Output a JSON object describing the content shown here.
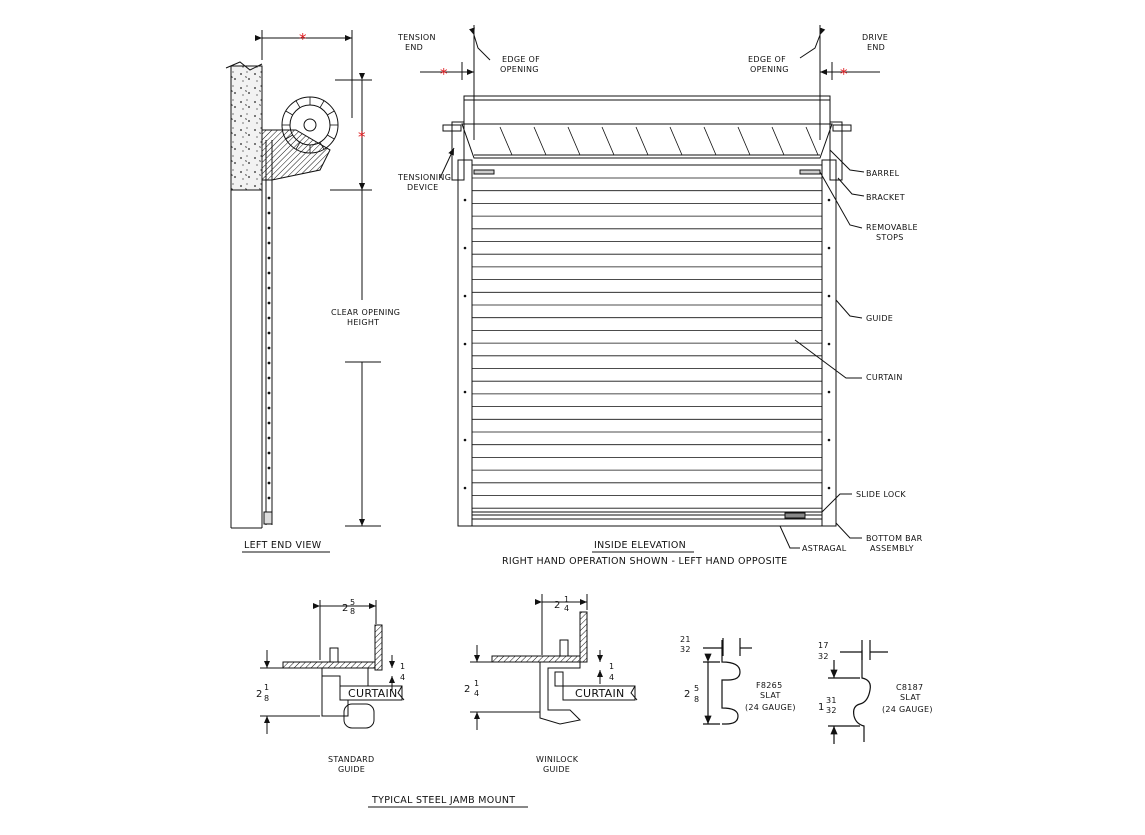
{
  "views": {
    "left_end": {
      "title": "LEFT END VIEW",
      "clear_opening_l1": "CLEAR OPENING",
      "clear_opening_l2": "HEIGHT"
    },
    "inside": {
      "title": "INSIDE ELEVATION",
      "subtitle": "RIGHT HAND OPERATION SHOWN - LEFT HAND OPPOSITE"
    },
    "jamb": {
      "title": "TYPICAL STEEL JAMB MOUNT"
    }
  },
  "labels": {
    "tension_end_l1": "TENSION",
    "tension_end_l2": "END",
    "drive_end_l1": "DRIVE",
    "drive_end_l2": "END",
    "edge_left_l1": "EDGE OF",
    "edge_left_l2": "OPENING",
    "edge_right_l1": "EDGE OF",
    "edge_right_l2": "OPENING",
    "tensioning_l1": "TENSIONING",
    "tensioning_l2": "DEVICE",
    "barrel": "BARREL",
    "bracket": "BRACKET",
    "stops_l1": "REMOVABLE",
    "stops_l2": "STOPS",
    "guide": "GUIDE",
    "curtain": "CURTAIN",
    "slide_lock": "SLIDE LOCK",
    "bottom_bar_l1": "BOTTOM BAR",
    "bottom_bar_l2": "ASSEMBLY",
    "astragal": "ASTRAGAL",
    "asterisk": "*"
  },
  "details": {
    "standard": {
      "l1": "STANDARD",
      "l2": "GUIDE",
      "curtain": "CURTAIN",
      "width_whole": "2",
      "width_num": "5",
      "width_den": "8",
      "height_whole": "2",
      "height_num": "1",
      "height_den": "8",
      "gap_num": "1",
      "gap_den": "4"
    },
    "winilock": {
      "l1": "WINILOCK",
      "l2": "GUIDE",
      "curtain": "CURTAIN",
      "width_whole": "2",
      "width_num": "1",
      "width_den": "4",
      "height_whole": "2",
      "height_num": "1",
      "height_den": "4",
      "gap_num": "1",
      "gap_den": "4"
    },
    "f8265": {
      "l1": "F8265",
      "l2": "SLAT",
      "l3": "(24 GAUGE)",
      "top_num": "21",
      "top_den": "32",
      "h_whole": "2",
      "h_num": "5",
      "h_den": "8"
    },
    "c8187": {
      "l1": "C8187",
      "l2": "SLAT",
      "l3": "(24 GAUGE)",
      "top_num": "17",
      "top_den": "32",
      "h_whole": "1",
      "h_num": "31",
      "h_den": "32"
    }
  },
  "colors": {
    "line": "#111111",
    "asterisk": "#e0191e",
    "concrete": "#efefef"
  }
}
